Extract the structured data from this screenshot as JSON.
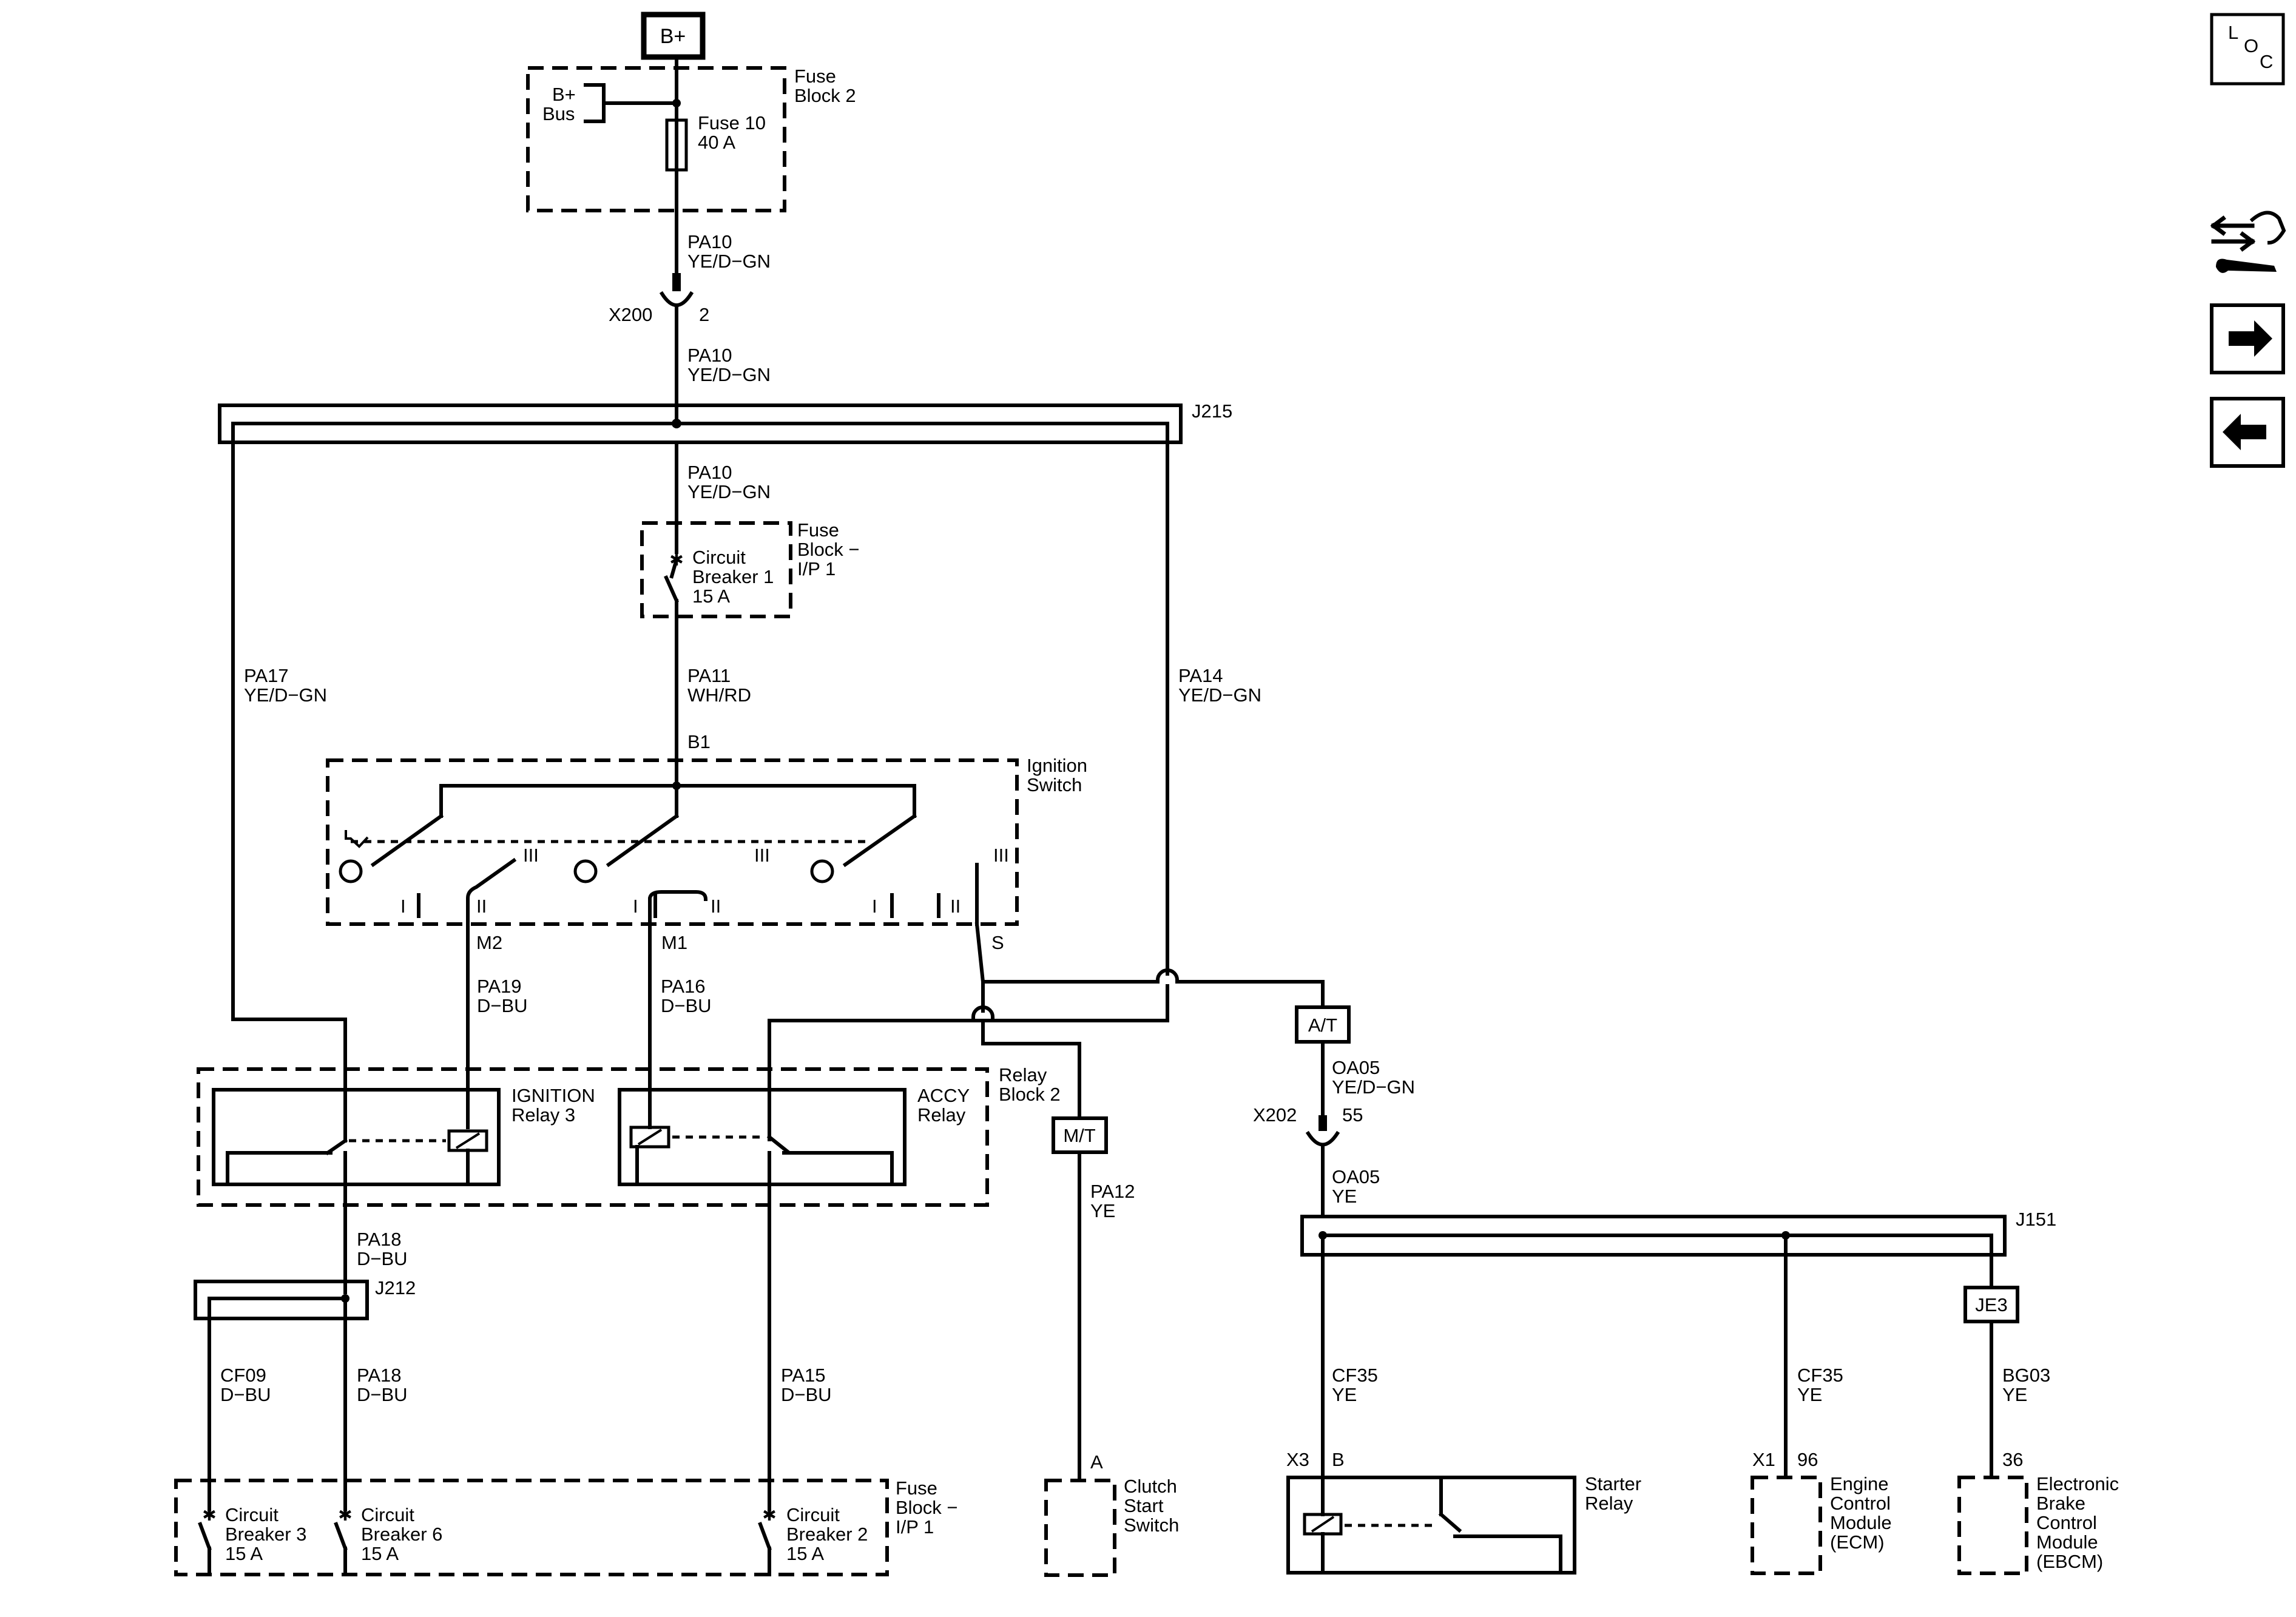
{
  "power_source": "B+",
  "fuse_block_2": {
    "title_l1": "Fuse",
    "title_l2": "Block 2",
    "bus_l1": "B+",
    "bus_l2": "Bus",
    "fuse_l1": "Fuse 10",
    "fuse_l2": "40 A"
  },
  "wire_pa10": {
    "id": "PA10",
    "color": "YE/D−GN"
  },
  "x200": {
    "name": "X200",
    "pin": "2"
  },
  "j215": "J215",
  "fuse_block_ip1_top": {
    "l1": "Fuse",
    "l2": "Block −",
    "l3": "I/P 1",
    "cb_l1": "Circuit",
    "cb_l2": "Breaker 1",
    "cb_l3": "15 A"
  },
  "wire_pa11": {
    "id": "PA11",
    "color": "WH/RD"
  },
  "wire_pa17": {
    "id": "PA17",
    "color": "YE/D−GN"
  },
  "wire_pa14": {
    "id": "PA14",
    "color": "YE/D−GN"
  },
  "ignition_switch": {
    "l1": "Ignition",
    "l2": "Switch",
    "pin_b1": "B1",
    "pin_m2": "M2",
    "pin_m1": "M1",
    "pin_s": "S",
    "pos_i": "I",
    "pos_ii": "II",
    "pos_iii": "III"
  },
  "wire_pa19": {
    "id": "PA19",
    "color": "D−BU"
  },
  "wire_pa16": {
    "id": "PA16",
    "color": "D−BU"
  },
  "relay_block_2": {
    "l1": "Relay",
    "l2": "Block 2",
    "ign_l1": "IGNITION",
    "ign_l2": "Relay 3",
    "accy_l1": "ACCY",
    "accy_l2": "Relay"
  },
  "mt": "M/T",
  "at": "A/T",
  "wire_pa12": {
    "id": "PA12",
    "color": "YE"
  },
  "wire_oa05a": {
    "id": "OA05",
    "color": "YE/D−GN"
  },
  "x202": {
    "name": "X202",
    "pin": "55"
  },
  "wire_oa05b": {
    "id": "OA05",
    "color": "YE"
  },
  "j151": "J151",
  "je3": "JE3",
  "wire_pa18": {
    "id": "PA18",
    "color": "D−BU"
  },
  "j212": "J212",
  "wire_cf09": {
    "id": "CF09",
    "color": "D−BU"
  },
  "wire_pa18b": {
    "id": "PA18",
    "color": "D−BU"
  },
  "wire_pa15": {
    "id": "PA15",
    "color": "D−BU"
  },
  "wire_cf35a": {
    "id": "CF35",
    "color": "YE"
  },
  "wire_cf35b": {
    "id": "CF35",
    "color": "YE"
  },
  "wire_bg03": {
    "id": "BG03",
    "color": "YE"
  },
  "fuse_block_ip1_bottom": {
    "l1": "Fuse",
    "l2": "Block −",
    "l3": "I/P 1",
    "cb3_l1": "Circuit",
    "cb3_l2": "Breaker 3",
    "cb3_l3": "15 A",
    "cb6_l1": "Circuit",
    "cb6_l2": "Breaker 6",
    "cb6_l3": "15 A",
    "cb2_l1": "Circuit",
    "cb2_l2": "Breaker 2",
    "cb2_l3": "15 A"
  },
  "clutch_start_switch": {
    "pin": "A",
    "l1": "Clutch",
    "l2": "Start",
    "l3": "Switch"
  },
  "starter_relay": {
    "conn": "X3",
    "pin": "B",
    "l1": "Starter",
    "l2": "Relay"
  },
  "ecm": {
    "conn": "X1",
    "pin": "96",
    "l1": "Engine",
    "l2": "Control",
    "l3": "Module",
    "l4": "(ECM)"
  },
  "ebcm": {
    "pin": "36",
    "l1": "Electronic",
    "l2": "Brake",
    "l3": "Control",
    "l4": "Module",
    "l5": "(EBCM)"
  },
  "loc": {
    "l": "L",
    "o": "O",
    "c": "C"
  },
  "nav_icons": [
    "component-locator-icon",
    "next-page-icon",
    "previous-page-icon"
  ]
}
